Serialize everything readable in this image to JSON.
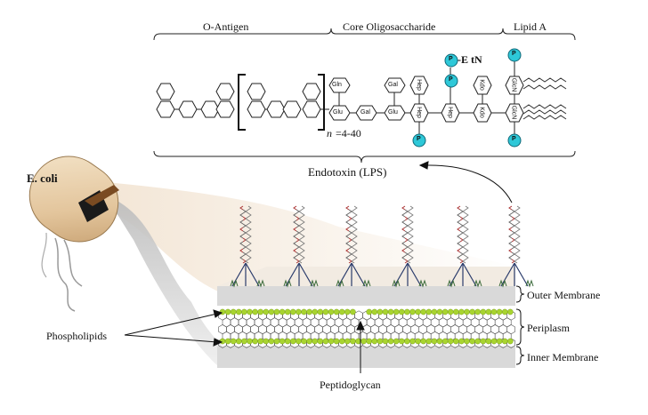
{
  "title_sections": {
    "o_antigen": "O-Antigen",
    "core": "Core Oligosaccharide",
    "lipid_a": "Lipid A"
  },
  "sugars": {
    "gln": "Gln",
    "glu1": "Glu",
    "gal1": "Gal",
    "gal2": "Gal",
    "glu2": "Glu",
    "hep1": "Hep",
    "hep2": "Hep",
    "hep3": "Hep",
    "kdo1": "Kdo",
    "kdo2": "Kdo",
    "glcn1": "GlcN",
    "glcn2": "GlcN"
  },
  "phosphate": "P",
  "etn_label": "-E tN",
  "repeat": {
    "n": "n",
    "range": "=4-40"
  },
  "endotoxin": "Endotoxin (LPS)",
  "ecoli": "E. coli",
  "membrane_labels": {
    "outer": "Outer Membrane",
    "periplasm": "Periplasm",
    "inner": "Inner Membrane"
  },
  "phospholipids": "Phospholipids",
  "peptidoglycan": "Peptidoglycan",
  "colors": {
    "phosphate": "#2ec8d8",
    "lipid_head": "#a8d430",
    "membrane": "#d9d9d9",
    "cell_body": "#e8cfa6"
  }
}
